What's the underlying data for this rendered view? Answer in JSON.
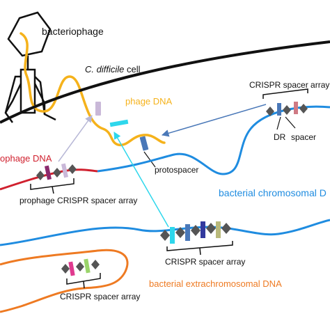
{
  "labels": {
    "bacteriophage": "bacteriophage",
    "cell": "C. difficile cell",
    "cell_italic": "C. difficile",
    "cell_suffix": " cell",
    "phage_dna": "phage DNA",
    "crispr_spacer_array_top": "CRISPR spacer array",
    "dr": "DR",
    "spacer": "spacer",
    "protospacer": "protospacer",
    "prophage_dna": "ophage DNA",
    "prophage_crispr": "prophage CRISPR spacer array",
    "bacterial_chromosomal": "bacterial chromosomal D",
    "crispr_spacer_array_mid": "CRISPR spacer array",
    "bacterial_extrachromosomal": "bacterial extrachromosomal DNA",
    "crispr_spacer_array_bottom": "CRISPR spacer array"
  },
  "colors": {
    "phage": "#f5b21b",
    "prophage": "#d0202e",
    "chromosomal": "#1f8ce0",
    "extrachromosomal": "#ee7a22",
    "arrow_gray": "#b7b7d6",
    "arrow_blue": "#4a78b8",
    "arrow_cyan": "#2ed7ec",
    "repeat": "#555555"
  }
}
